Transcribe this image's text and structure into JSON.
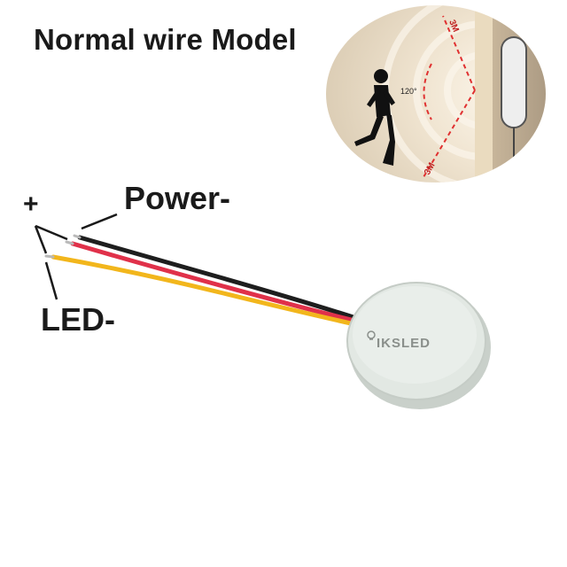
{
  "title": "Normal wire Model",
  "labels": {
    "plus": "+",
    "power": "Power-",
    "led": "LED-"
  },
  "diagram": {
    "angle": "120°",
    "range_top": "3M",
    "range_bottom": "3M"
  },
  "brand": "IKSLED",
  "colors": {
    "wire_black": "#1e1e1e",
    "wire_red": "#e0314a",
    "wire_yellow": "#f2b61c",
    "sensor_body": "#dfe6e0",
    "dashed_arc": "#e03030"
  }
}
